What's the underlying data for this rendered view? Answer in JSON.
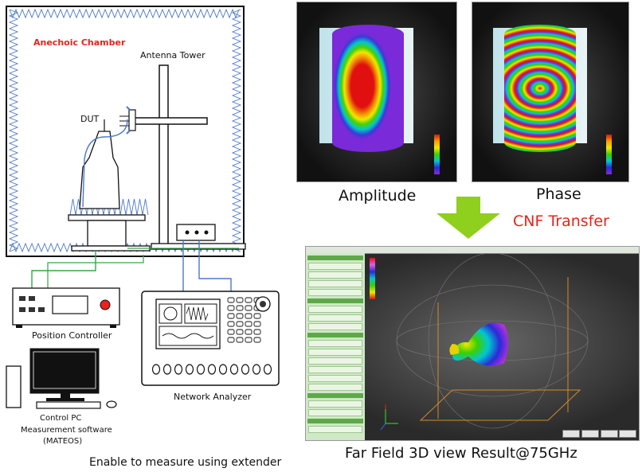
{
  "labels": {
    "chamber": "Anechoic Chamber",
    "tower": "Antenna Tower",
    "dut": "DUT",
    "position_controller": "Position Controller",
    "network_analyzer": "Network Analyzer",
    "pc_line1": "Control PC",
    "pc_line2": "Measurement software",
    "pc_line3": "(MATEOS)",
    "extender": "Enable to measure using extender",
    "amplitude": "Amplitude",
    "phase": "Phase",
    "cnf": "CNF Transfer",
    "farfield": "Far Field 3D view Result@75GHz"
  },
  "colors": {
    "accent_red": "#e8231b",
    "arrow_green": "#8fcf1d",
    "sidebar_green": "#cfe8c6",
    "absorber_blue": "#4b78c8"
  }
}
